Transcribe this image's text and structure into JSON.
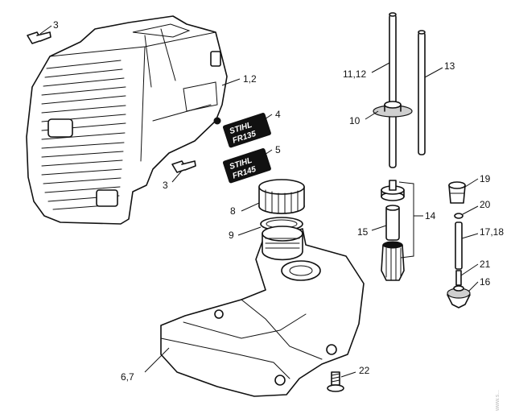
{
  "callouts": {
    "c3a": "3",
    "c12": "1,2",
    "c4": "4",
    "c5": "5",
    "c3b": "3",
    "c8": "8",
    "c9": "9",
    "c67": "6,7",
    "c22": "22",
    "c1112": "11,12",
    "c13": "13",
    "c10": "10",
    "c15": "15",
    "c14": "14",
    "c19": "19",
    "c20": "20",
    "c1718": "17,18",
    "c21": "21",
    "c16": "16"
  },
  "decals": {
    "d4_line1": "STIHL",
    "d4_line2": "FR135",
    "d5_line1": "STIHL",
    "d5_line2": "FR145"
  },
  "watermark": "www.s..."
}
